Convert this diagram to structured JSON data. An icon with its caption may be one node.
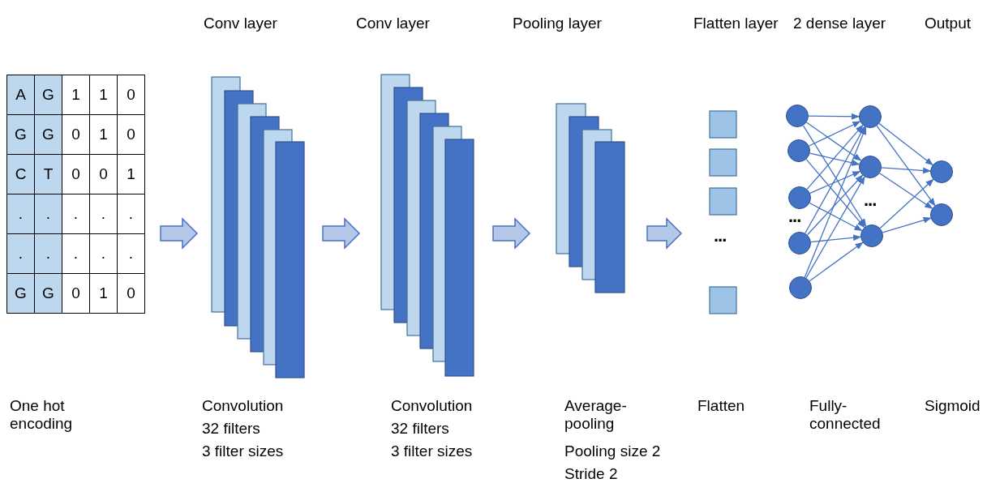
{
  "diagram": {
    "nodes": [
      {
        "text": [],
        "shape": "box"
      },
      {
        "text": [
          "Conv layer",
          "Convolution",
          "32 filters",
          "3 filter sizes"
        ]
      },
      {
        "text": [
          "Conv layer",
          "Convolution",
          "32 filters",
          "3 filter sizes"
        ]
      },
      {
        "text": [
          "Pooling layer",
          "Average-pooling",
          "Pooling size 2",
          "Stride 2"
        ]
      },
      {
        "text": [
          "Flatten layer",
          "Flatten"
        ]
      },
      {
        "text": [],
        "shape": "circle"
      },
      {
        "text": [],
        "shape": "circle"
      },
      {
        "text": [],
        "shape": "circle"
      },
      {
        "text": [],
        "shape": "circle"
      },
      {
        "text": [],
        "shape": "circle"
      },
      {
        "text": [],
        "shape": "circle"
      },
      {
        "text": [],
        "shape": "circle"
      },
      {
        "text": [],
        "shape": "circle"
      },
      {
        "text": [],
        "shape": "circle"
      },
      {
        "text": [],
        "shape": "circle"
      }
    ],
    "edges": [
      {
        "from": 0,
        "to": 1,
        "arrow": "to",
        "style": "thick",
        "color": "#b4c7e7"
      },
      {
        "from": 1,
        "to": 2,
        "arrow": "to",
        "style": "thick",
        "color": "#b4c7e7"
      },
      {
        "from": 2,
        "to": 3,
        "arrow": "to",
        "style": "thick",
        "color": "#b4c7e7"
      },
      {
        "from": 3,
        "to": 4,
        "arrow": "to",
        "style": "thick",
        "color": "#b4c7e7"
      },
      {
        "from": 5,
        "to": 10,
        "arrow": "to"
      },
      {
        "from": 5,
        "to": 11,
        "arrow": "to"
      },
      {
        "from": 5,
        "to": 12,
        "arrow": "to"
      },
      {
        "from": 6,
        "to": 10,
        "arrow": "to"
      },
      {
        "from": 6,
        "to": 11,
        "arrow": "to"
      },
      {
        "from": 6,
        "to": 12,
        "arrow": "to"
      },
      {
        "from": 7,
        "to": 10,
        "arrow": "to"
      },
      {
        "from": 7,
        "to": 11,
        "arrow": "to"
      },
      {
        "from": 7,
        "to": 12,
        "arrow": "to"
      },
      {
        "from": 8,
        "to": 10,
        "arrow": "to"
      },
      {
        "from": 8,
        "to": 11,
        "arrow": "to"
      },
      {
        "from": 8,
        "to": 12,
        "arrow": "to"
      },
      {
        "from": 9,
        "to": 10,
        "arrow": "to"
      },
      {
        "from": 9,
        "to": 11,
        "arrow": "to"
      },
      {
        "from": 9,
        "to": 12,
        "arrow": "to"
      },
      {
        "from": 10,
        "to": 13,
        "arrow": "to"
      },
      {
        "from": 10,
        "to": 14,
        "arrow": "to"
      },
      {
        "from": 11,
        "to": 13,
        "arrow": "to"
      },
      {
        "from": 11,
        "to": 14,
        "arrow": "to"
      },
      {
        "from": 12,
        "to": 13,
        "arrow": "to"
      },
      {
        "from": 12,
        "to": 14,
        "arrow": "to"
      }
    ],
    "labels": [
      "2 dense layer",
      "Output",
      "A",
      "G",
      "1",
      "1",
      "0",
      "G",
      "G",
      "0",
      "1",
      "0",
      "C",
      "T",
      "0",
      "0",
      "1",
      ".",
      ".",
      ".",
      ".",
      ".",
      ".",
      ".",
      ".",
      ".",
      ".",
      "G",
      "G",
      "0",
      "1",
      "0",
      "...",
      "...",
      "...",
      "One hot encoding",
      "Fully-connected",
      "Sigmoid"
    ]
  }
}
